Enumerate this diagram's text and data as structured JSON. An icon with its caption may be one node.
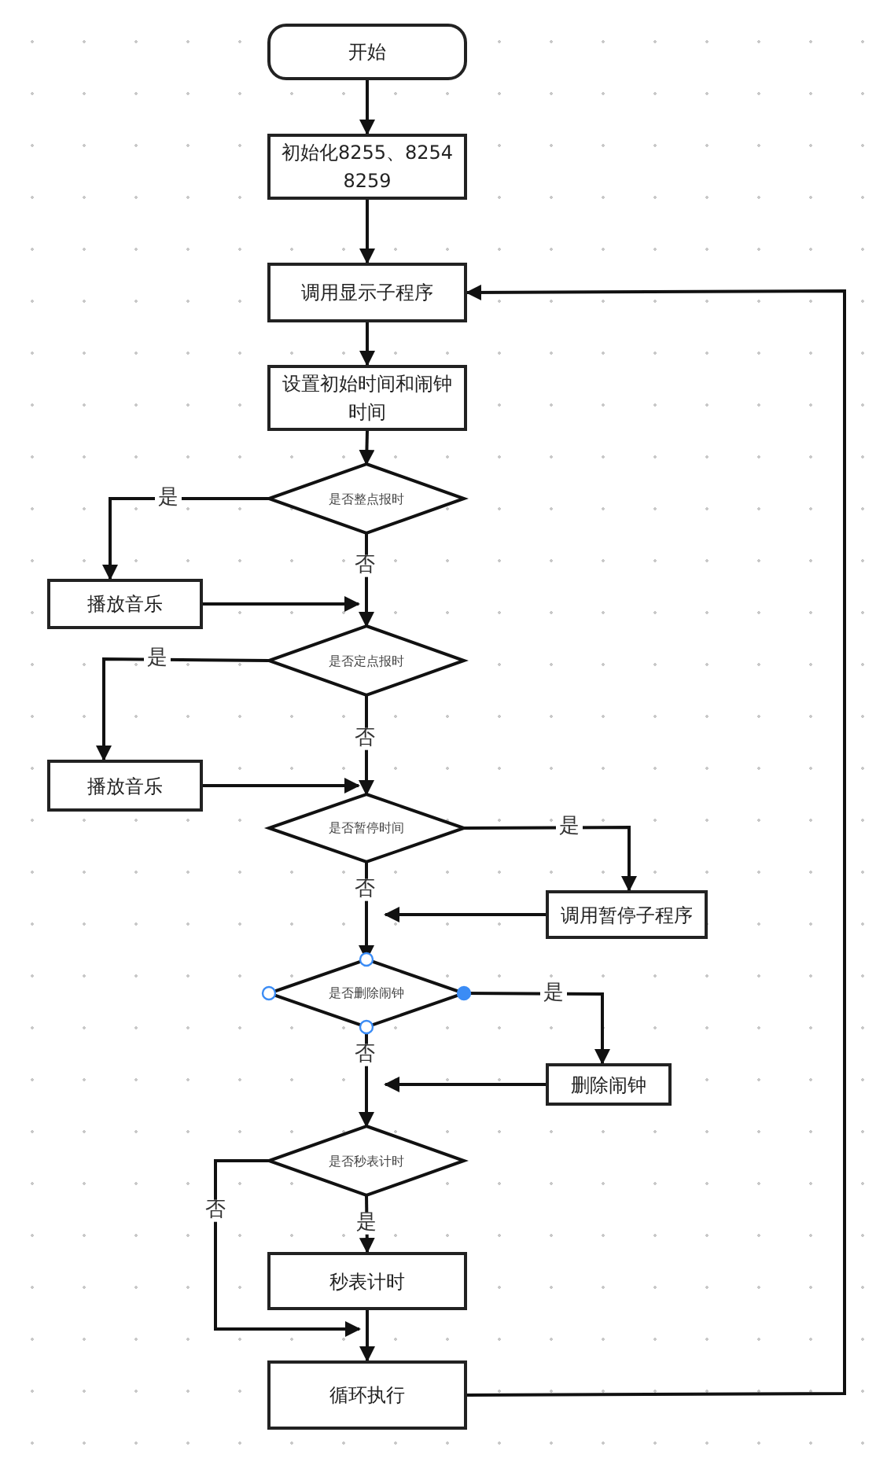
{
  "diagram": {
    "nodes": [
      {
        "text": [
          "开始"
        ]
      },
      {
        "text": [
          "初始化8255、8254 8259"
        ]
      },
      {
        "text": [
          "调用显示子程序"
        ]
      },
      {
        "text": [
          "设置初始时间和闹钟时间"
        ]
      },
      {
        "text": [
          "是否整点报时"
        ]
      },
      {
        "text": [
          "播放音乐"
        ]
      },
      {
        "text": [
          "是否定点报时"
        ]
      },
      {
        "text": [
          "播放音乐"
        ]
      },
      {
        "text": [
          "是否暂停时间"
        ]
      },
      {
        "text": [
          "调用暂停子程序"
        ]
      },
      {
        "text": [
          "是否删除闹钟"
        ]
      },
      {
        "text": [
          "删除闹钟"
        ]
      },
      {
        "text": [
          "是否秒表计时"
        ]
      },
      {
        "text": [
          "秒表计时"
        ]
      },
      {
        "text": [
          "循环执行"
        ]
      }
    ],
    "edges": [
      {
        "from": 0,
        "to": 1,
        "arrow": "to"
      },
      {
        "from": 1,
        "to": 2,
        "arrow": "to"
      },
      {
        "from": 2,
        "to": 3,
        "arrow": "to"
      },
      {
        "from": 3,
        "to": 4,
        "arrow": "to"
      },
      {
        "from": 4,
        "to": 5,
        "arrow": "to",
        "label": "是"
      },
      {
        "from": 4,
        "to": 6,
        "arrow": "to",
        "label": "否"
      },
      {
        "from": 5,
        "to": 6,
        "arrow": "to"
      },
      {
        "from": 6,
        "to": 7,
        "arrow": "to",
        "label": "是"
      },
      {
        "from": 6,
        "to": 8,
        "arrow": "to",
        "label": "否"
      },
      {
        "from": 7,
        "to": 8,
        "arrow": "to"
      },
      {
        "from": 8,
        "to": 9,
        "arrow": "to",
        "label": "是"
      },
      {
        "from": 8,
        "to": 10,
        "arrow": "to",
        "label": "否"
      },
      {
        "from": 9,
        "to": 10,
        "arrow": "to"
      },
      {
        "from": 10,
        "to": 11,
        "arrow": "to",
        "label": "是"
      },
      {
        "from": 10,
        "to": 12,
        "arrow": "to",
        "label": "否"
      },
      {
        "from": 11,
        "to": 12,
        "arrow": "to"
      },
      {
        "from": 12,
        "to": 13,
        "arrow": "to",
        "label": "是"
      },
      {
        "from": 12,
        "to": 14,
        "arrow": "to",
        "label": "否"
      },
      {
        "from": 13,
        "to": 14,
        "arrow": "to"
      },
      {
        "from": 14,
        "to": 2,
        "arrow": "to"
      }
    ]
  }
}
